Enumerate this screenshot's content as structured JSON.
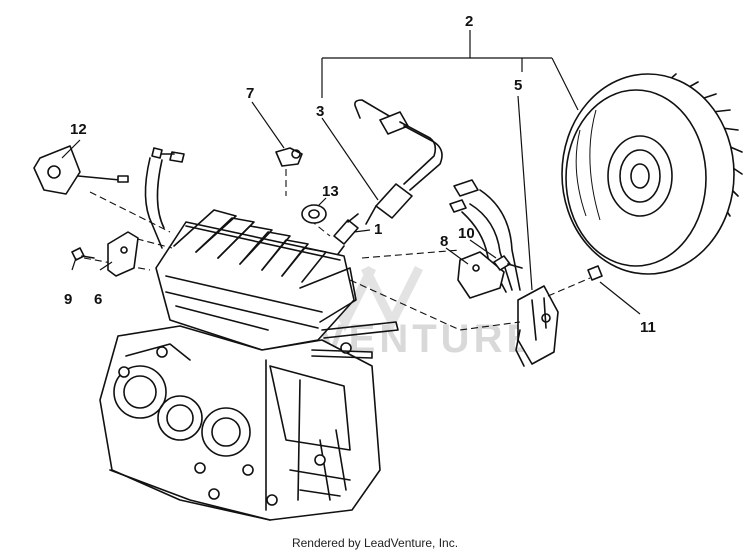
{
  "callouts": {
    "c1": "1",
    "c2": "2",
    "c3": "3",
    "c5": "5",
    "c6": "6",
    "c7": "7",
    "c8": "8",
    "c9": "9",
    "c10": "10",
    "c11": "11",
    "c12": "12",
    "c13": "13"
  },
  "watermark": "VENTURE",
  "credit": "Rendered by LeadVenture, Inc."
}
